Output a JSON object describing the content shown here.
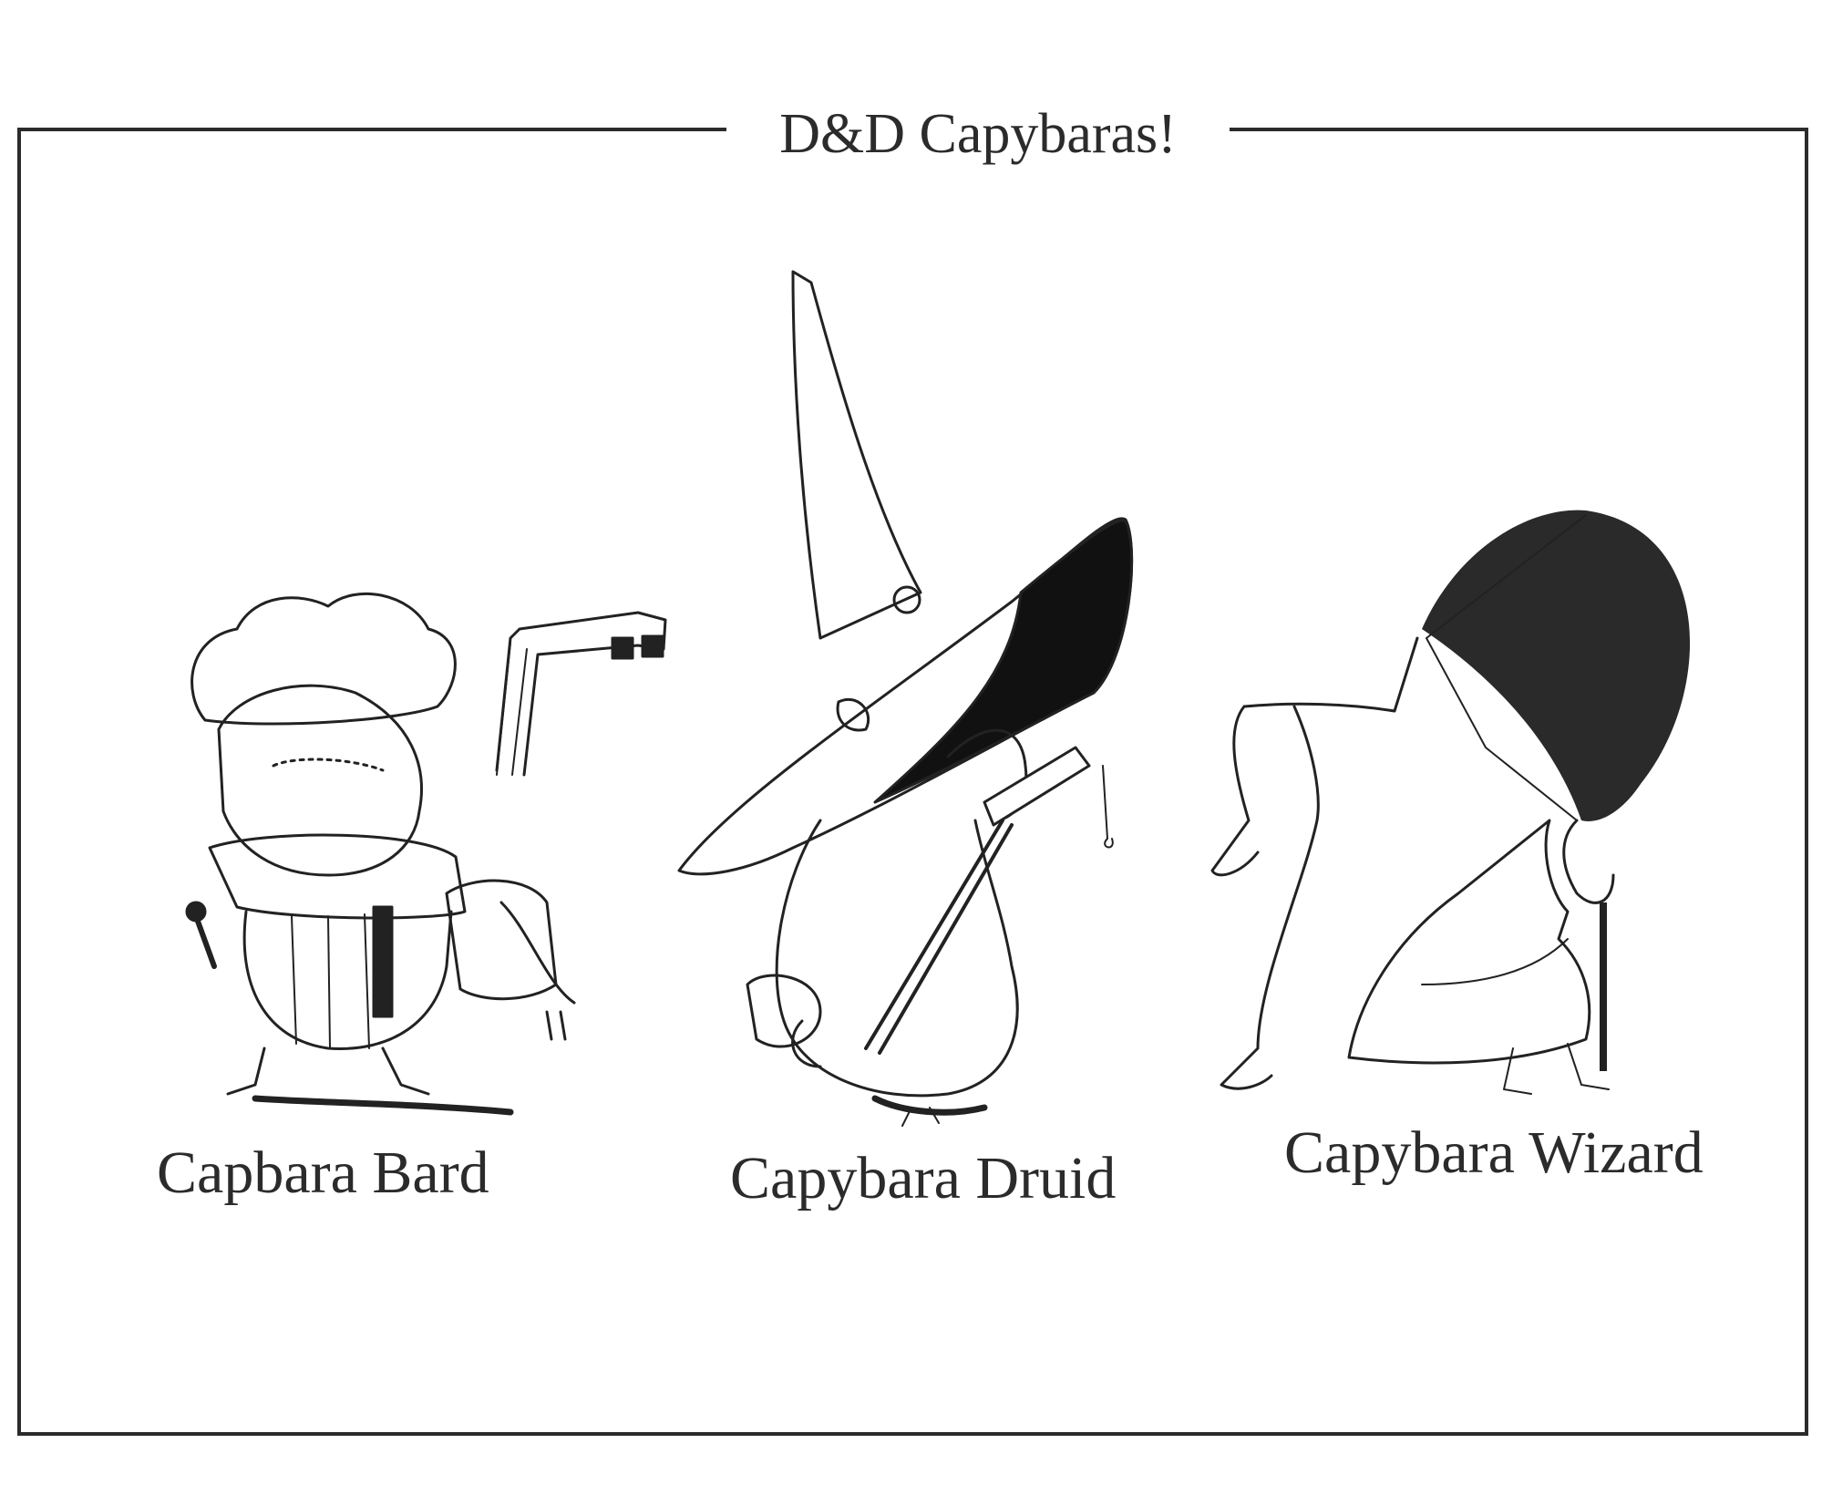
{
  "title": "D&D Capybaras!",
  "characters": [
    {
      "label": "Capbara Bard"
    },
    {
      "label": "Capybara Druid"
    },
    {
      "label": "Capybara Wizard"
    }
  ],
  "colors": {
    "ink": "#2b2b2b",
    "background": "#ffffff"
  }
}
